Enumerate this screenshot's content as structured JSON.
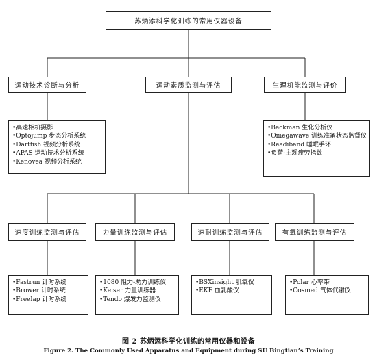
{
  "root": {
    "label": "苏炳添科学化训练的常用仪器设备"
  },
  "categories": [
    {
      "label": "运动技术诊断与分析",
      "items": [
        "•高速相机摄影",
        "•Optojump 步态分析系统",
        "•Dartfish 视频分析系统",
        "•APAS 运动技术分析系统",
        "•Kenovea 视频分析系统"
      ]
    },
    {
      "label": "运动素质监测与评估",
      "subcategories": [
        {
          "label": "速度训练监测与评估",
          "items": [
            "•Fastrun 计时系统",
            "•Brower 计时系统",
            "•Freelap 计时系统"
          ]
        },
        {
          "label": "力量训练监测与评估",
          "items": [
            "•1080 阻力-助力训练仪",
            "•Keiser 力量训练器",
            "•Tendo 爆发力监测仪"
          ]
        },
        {
          "label": "速耐训练监测与评估",
          "items": [
            "•BSXinsight 肌氧仪",
            "•EKF 血乳酸仪"
          ]
        },
        {
          "label": "有氧训练监测与评估",
          "items": [
            "•Polar 心率带",
            "•Cosmed 气体代谢仪"
          ]
        }
      ]
    },
    {
      "label": "生理机能监测与评价",
      "items": [
        "•Beckman 生化分析仪",
        "•Omegawave 训练准备状态监督仪",
        "•Readiband 睡眠手环",
        "•负荷-主观疲劳指数"
      ]
    }
  ],
  "caption": {
    "zh": "图 2   苏炳添科学化训练的常用仪器和设备",
    "en": "Figure 2.   The Commonly Used Apparatus and Equipment during SU Bingtian’s Training"
  }
}
